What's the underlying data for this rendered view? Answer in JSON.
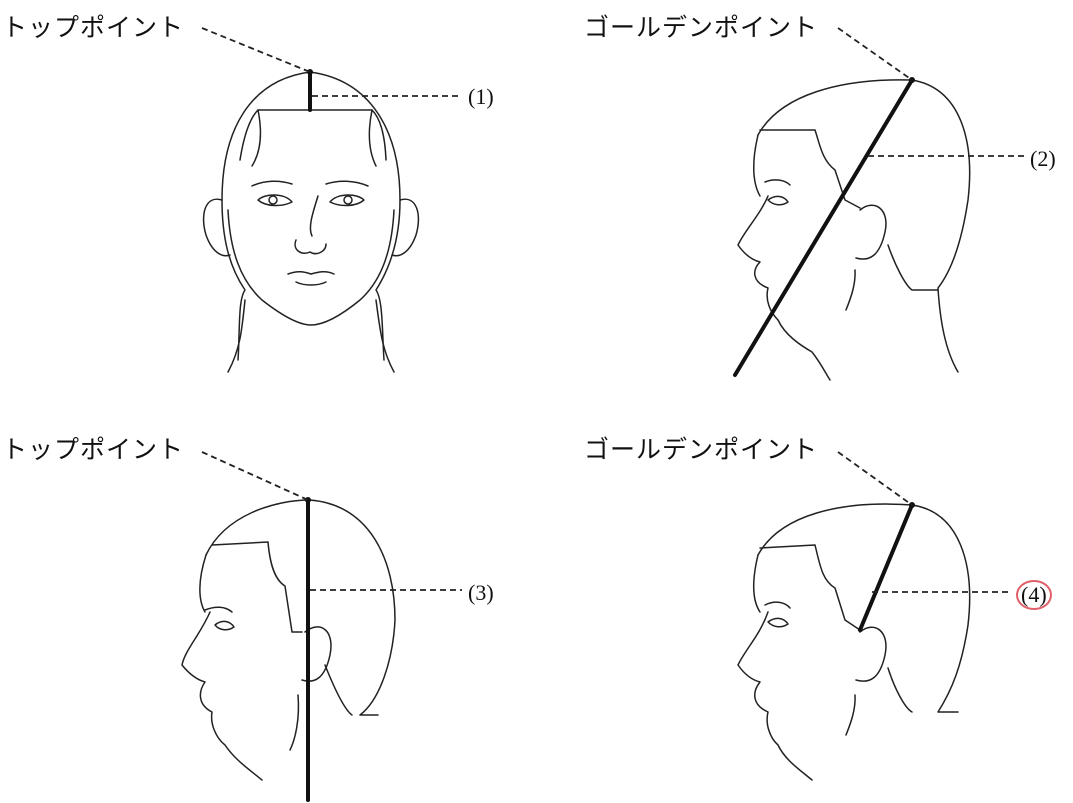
{
  "panels": [
    {
      "label": "トップポイント",
      "number": "(1)"
    },
    {
      "label": "ゴールデンポイント",
      "number": "(2)"
    },
    {
      "label": "トップポイント",
      "number": "(3)"
    },
    {
      "label": "ゴールデンポイント",
      "number": "(4)",
      "highlight_color": "#e0606a"
    }
  ]
}
